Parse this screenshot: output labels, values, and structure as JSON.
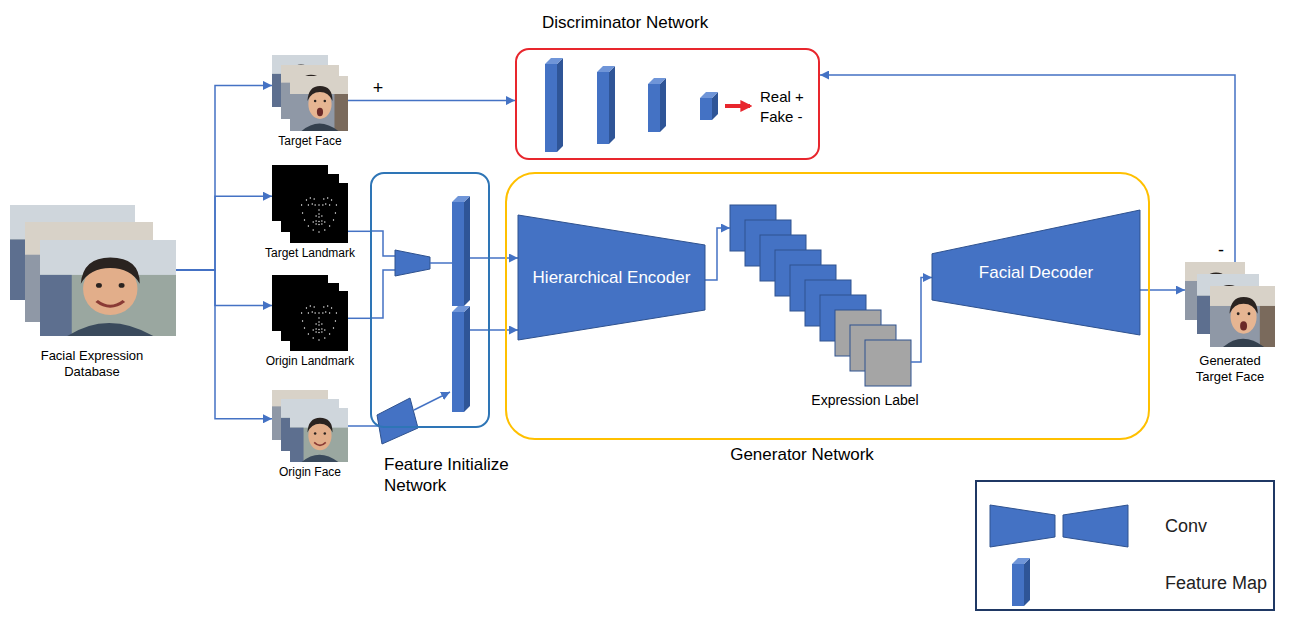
{
  "diagram": {
    "nodes": [
      {
        "text": [
          "Facial Expression Database"
        ]
      },
      {
        "text": [
          "Target Face"
        ]
      },
      {
        "text": [
          "Target Landmark"
        ]
      },
      {
        "text": [
          "Origin Landmark"
        ]
      },
      {
        "text": [
          "Origin Face"
        ]
      },
      {
        "text": [
          "Discriminator Network"
        ]
      },
      {
        "text": [
          "Feature Initialize Network"
        ]
      },
      {
        "text": [
          "Generator Network"
        ]
      },
      {
        "text": [
          "Hierarchical Encoder"
        ],
        "in": 7
      },
      {
        "text": [
          "Expression Label"
        ],
        "in": 7
      },
      {
        "text": [
          "Facial Decoder"
        ],
        "in": 7
      },
      {
        "text": [
          "Generated Target Face"
        ]
      }
    ],
    "edges": [
      {
        "from": 0,
        "to": 1,
        "arrow": "to"
      },
      {
        "from": 0,
        "to": 2,
        "arrow": "to"
      },
      {
        "from": 0,
        "to": 3,
        "arrow": "to"
      },
      {
        "from": 0,
        "to": 4,
        "arrow": "to"
      },
      {
        "from": 1,
        "to": 5,
        "label": "+",
        "arrow": "to"
      },
      {
        "from": 2,
        "to": 6,
        "arrow": "none"
      },
      {
        "from": 3,
        "to": 6,
        "arrow": "none"
      },
      {
        "from": 4,
        "to": 6,
        "arrow": "none"
      },
      {
        "from": 6,
        "to": 8,
        "arrow": "to"
      },
      {
        "from": 6,
        "to": 8,
        "arrow": "to"
      },
      {
        "from": 8,
        "to": 9,
        "arrow": "to"
      },
      {
        "from": 9,
        "to": 10,
        "arrow": "to"
      },
      {
        "from": 10,
        "to": 11,
        "arrow": "to"
      },
      {
        "from": 11,
        "to": 5,
        "label": "-",
        "arrow": "to"
      }
    ],
    "labels": [
      "Real +",
      "Fake -"
    ],
    "legend": [
      {
        "text": "Conv"
      },
      {
        "text": "Feature Map"
      }
    ]
  }
}
